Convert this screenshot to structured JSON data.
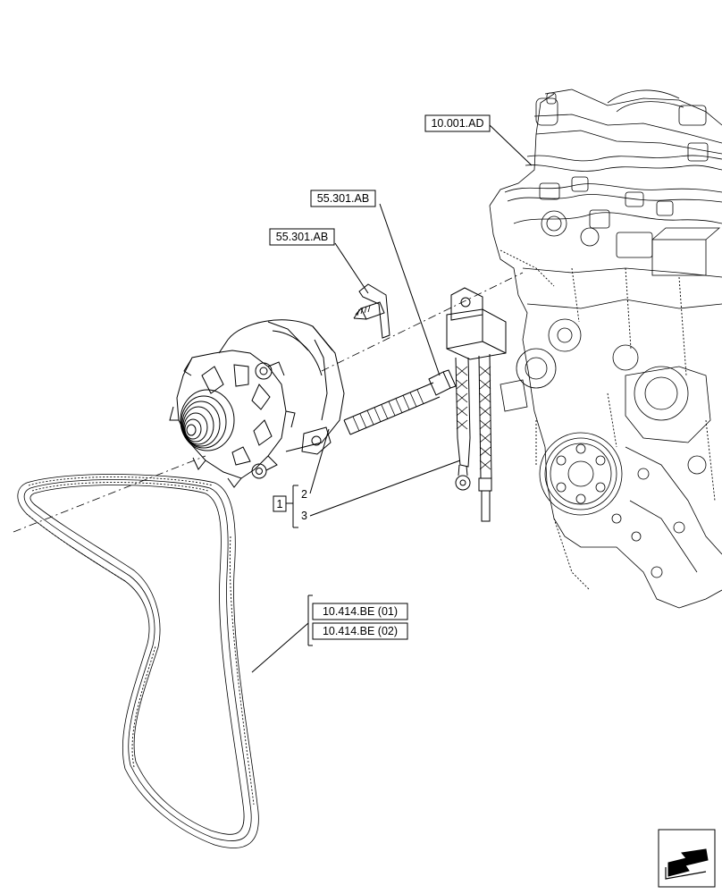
{
  "references": {
    "engine": "10.001.AD",
    "bolt_upper": "55.301.AB",
    "bolt_lower": "55.301.AB",
    "belt_1": "10.414.BE (01)",
    "belt_2": "10.414.BE (02)"
  },
  "callouts": {
    "group": "1",
    "item_2": "2",
    "item_3": "3"
  },
  "icons": {
    "nav_arrow": "next-page-arrow-icon"
  }
}
